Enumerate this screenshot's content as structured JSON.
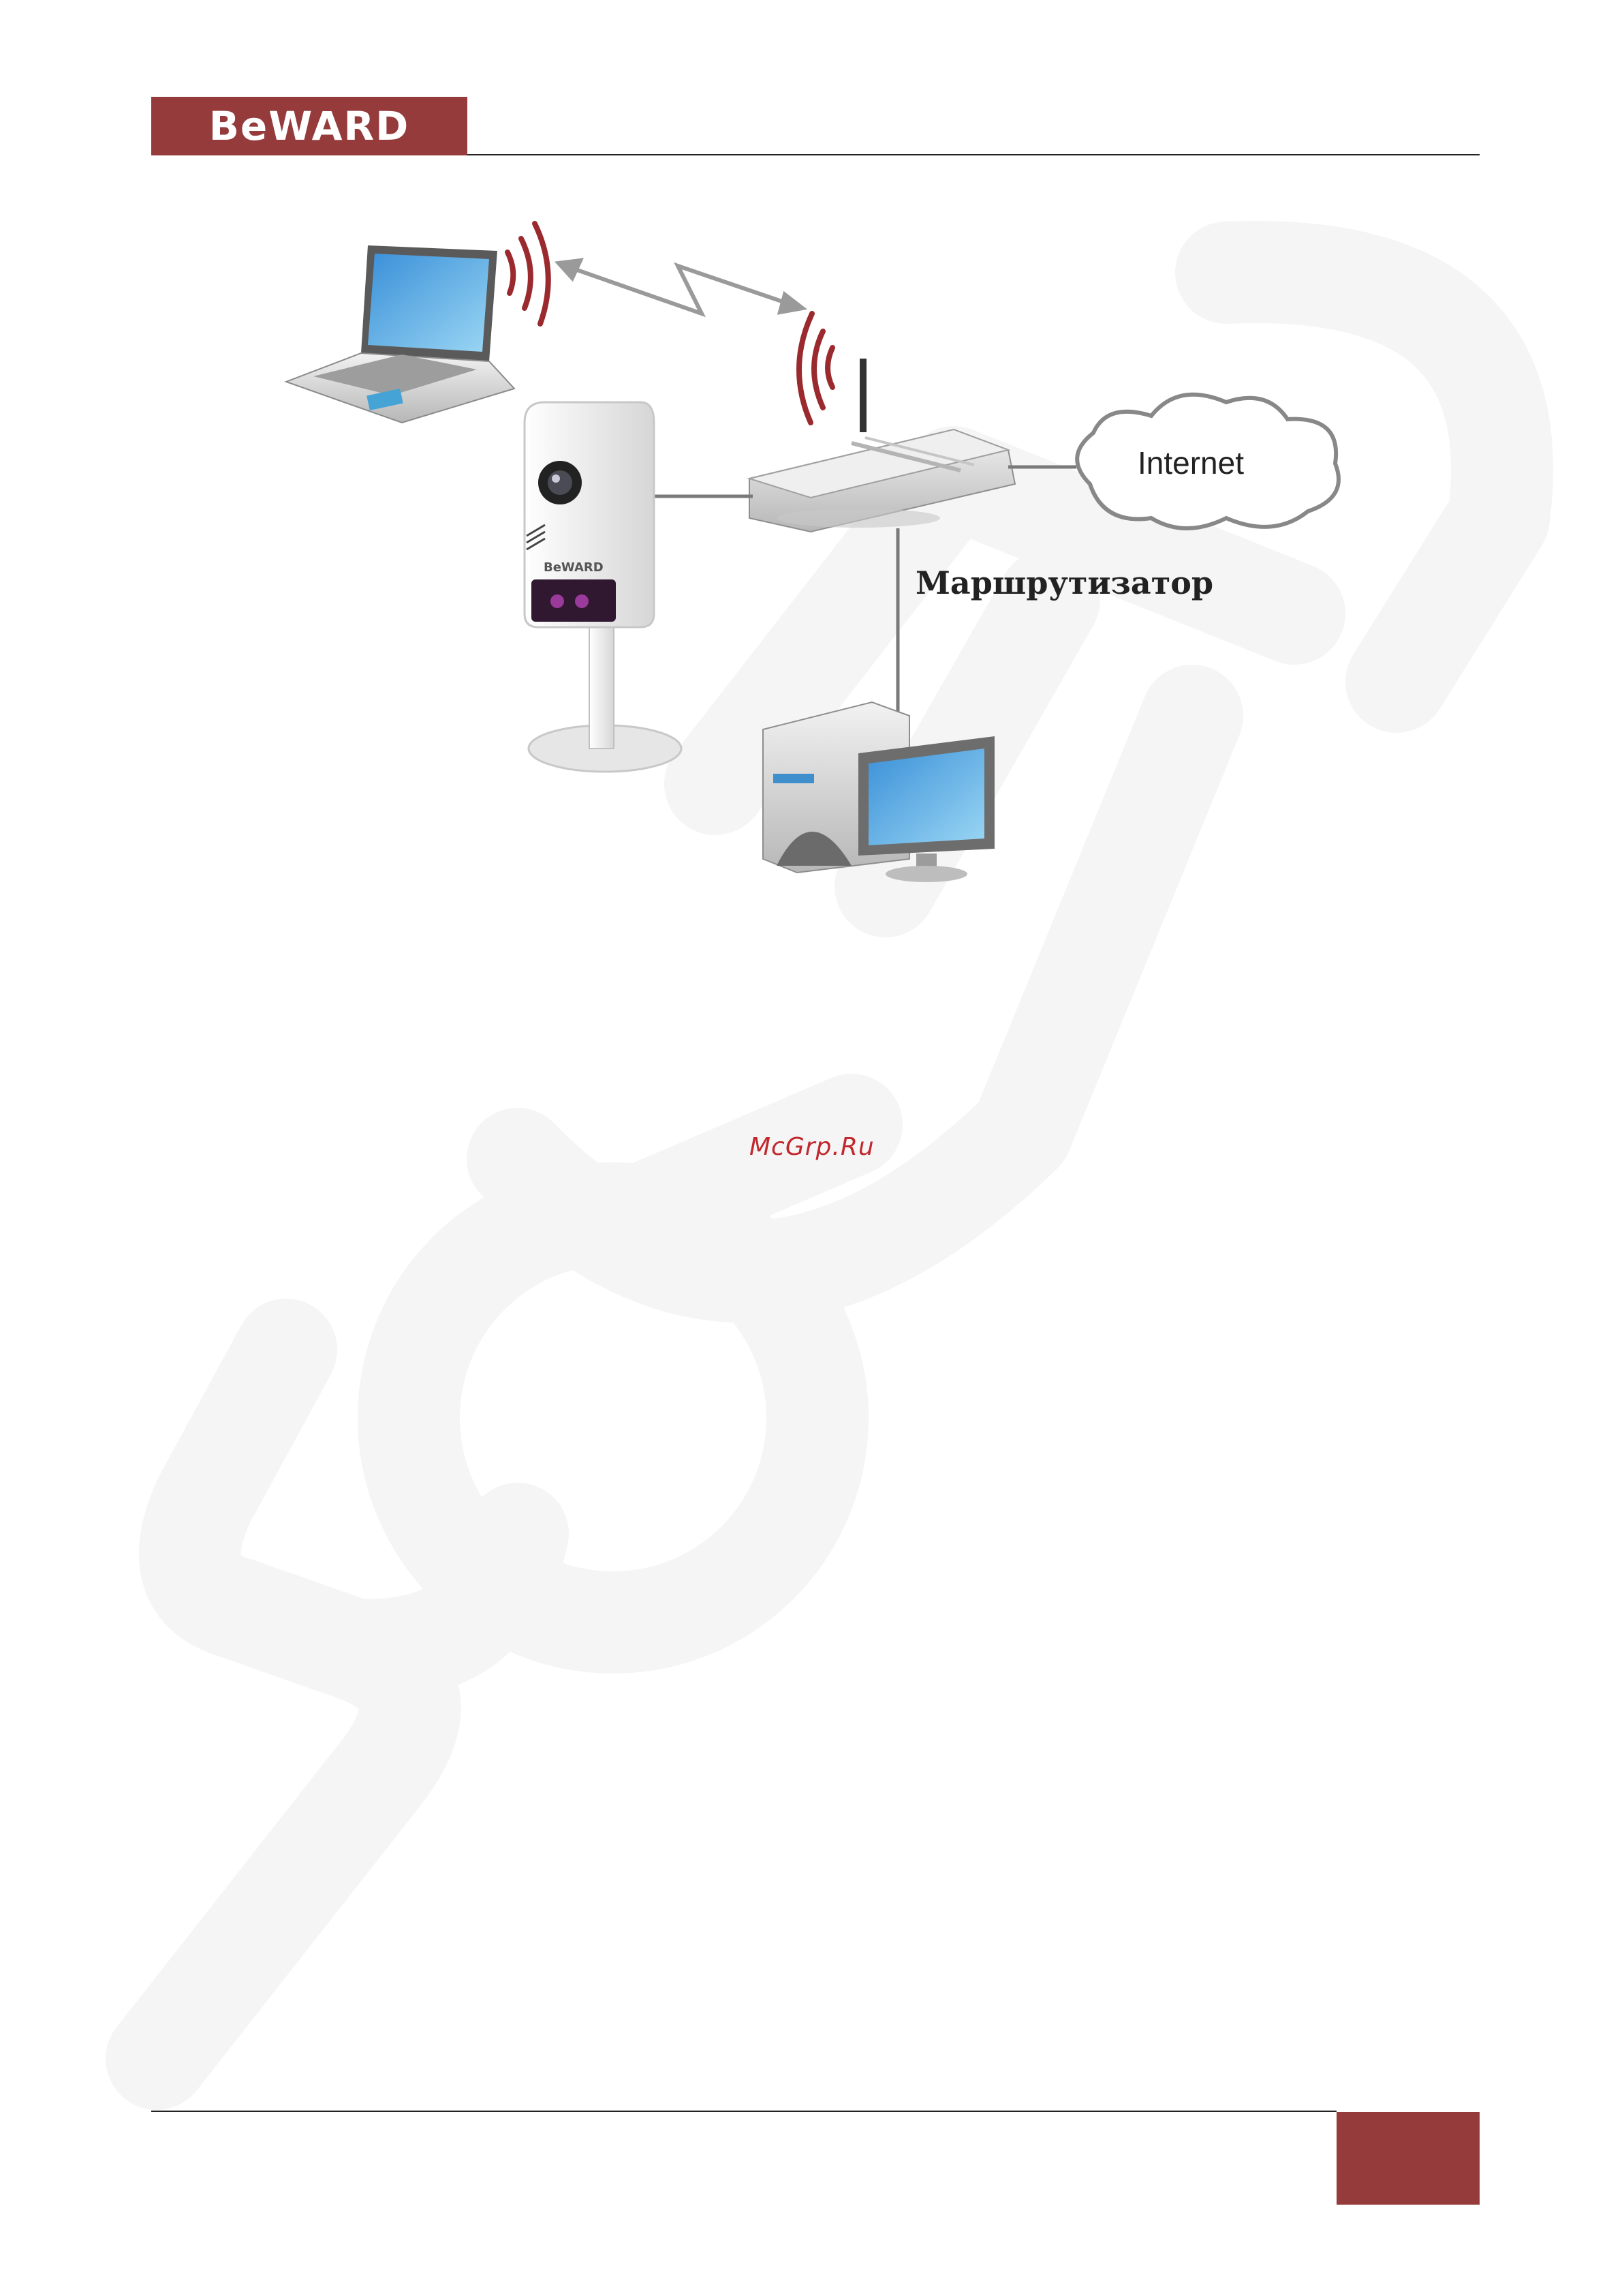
{
  "header": {
    "logo_text": "BeWARD"
  },
  "diagram": {
    "router_label": "Маршрутизатор",
    "internet_label": "Internet"
  },
  "footer": {
    "site_link": "McGrp.Ru",
    "page_number": ""
  },
  "colors": {
    "brand": "#963b3c",
    "link": "#c1272d",
    "wireless": "#9b2a2e",
    "watermark": "#f4f4f4"
  }
}
